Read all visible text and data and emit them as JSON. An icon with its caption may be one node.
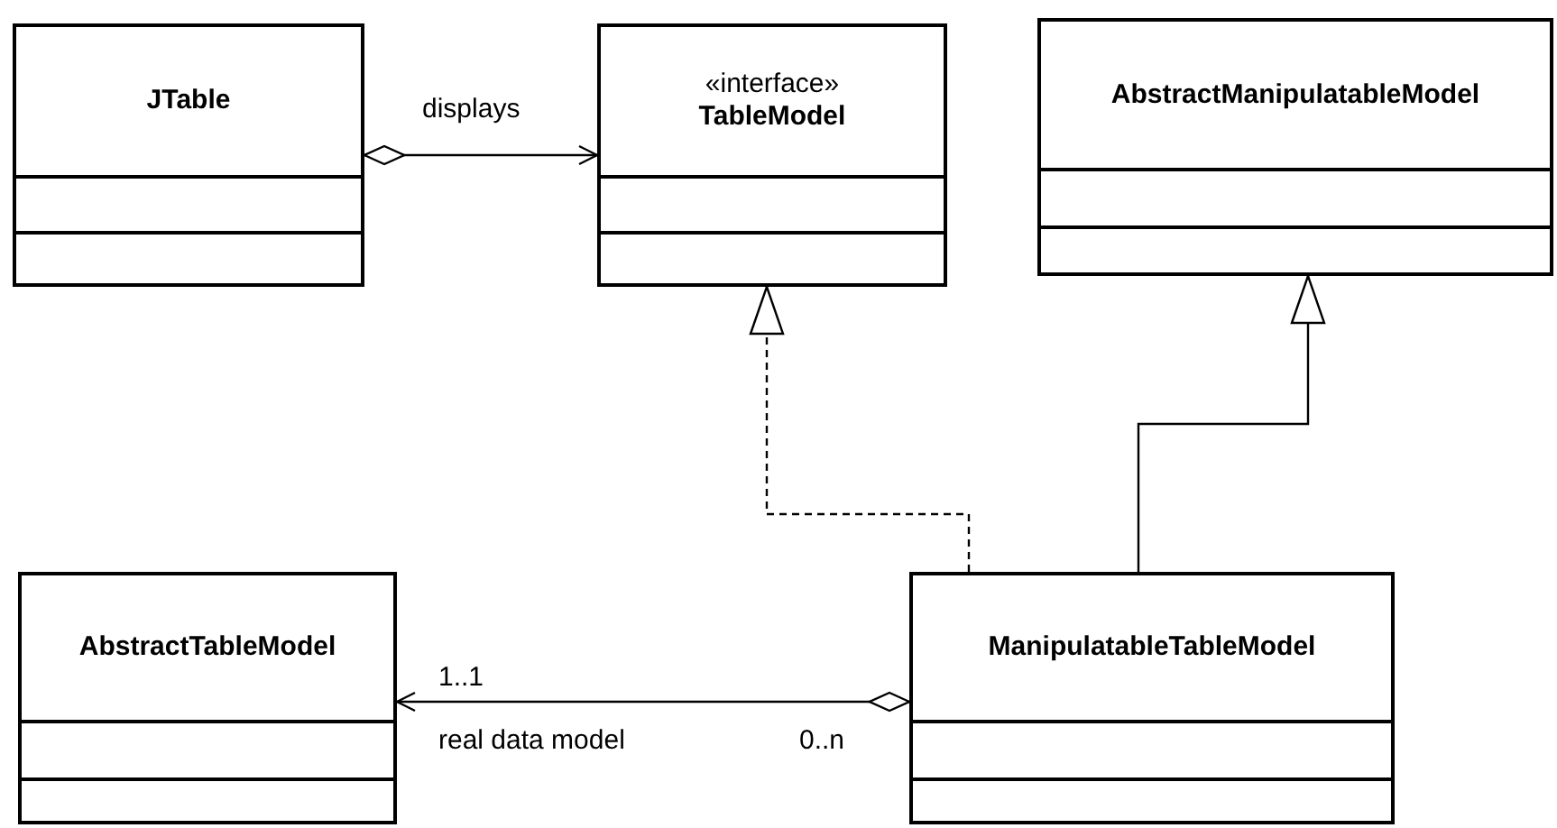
{
  "diagram": {
    "nodes": [
      {
        "text": [
          "JTable"
        ]
      },
      {
        "text": [
          "«interface»",
          "TableModel"
        ]
      },
      {
        "text": [
          "AbstractManipulatableModel"
        ]
      },
      {
        "text": [
          "AbstractTableModel"
        ]
      },
      {
        "text": [
          "ManipulatableTableModel"
        ]
      }
    ],
    "edges": [
      {
        "from": 0,
        "to": 1,
        "arrow": "to",
        "label": "displays"
      },
      {
        "from": 4,
        "to": 1,
        "arrow": "to",
        "style": "dashed"
      },
      {
        "from": 4,
        "to": 2,
        "arrow": "to"
      },
      {
        "from": 4,
        "to": 3,
        "arrow": "to",
        "label": "real data model"
      }
    ],
    "labels": [
      "1..1",
      "0..n"
    ]
  }
}
